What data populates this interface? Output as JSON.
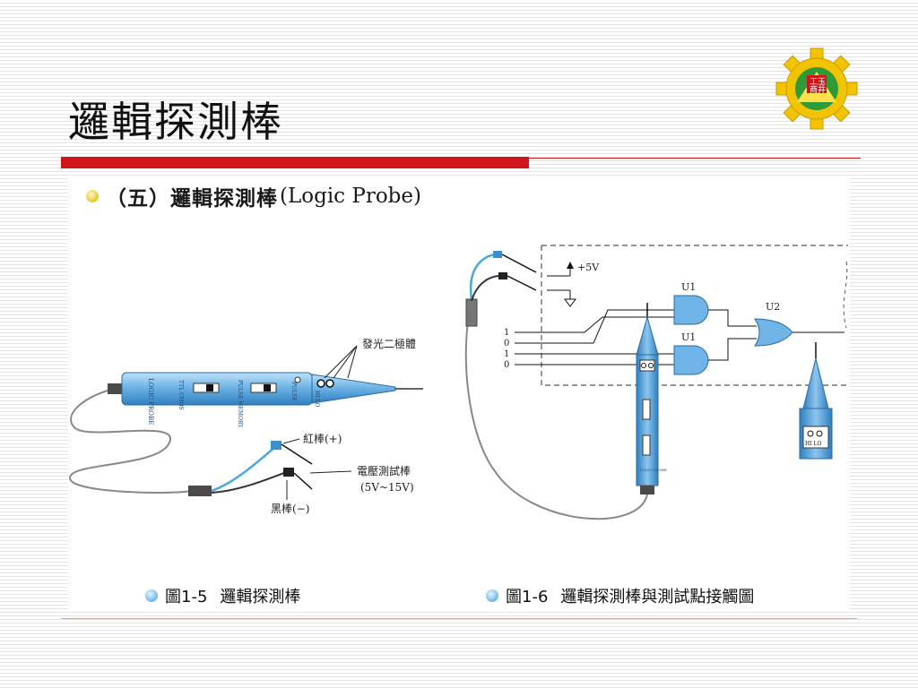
{
  "title": "邏輯探測棒",
  "section": {
    "heading_cn": "（五）邏輯探測棒",
    "heading_en": "(Logic Probe)"
  },
  "figure1": {
    "caption_num": "圖1-5",
    "caption_text": "邏輯探測棒",
    "probe_label": "LOGIC PROBE",
    "switch1": "TTL CMOS",
    "switch2": "PULSE MEMORY",
    "pulse": "PULSE",
    "hilo": "HI LO",
    "led_label": "發光二極體",
    "red_label": "紅棒(+)",
    "volt_label": "電壓測試棒",
    "volt_range": "(5V~15V)",
    "black_label": "黑棒(−)"
  },
  "figure2": {
    "caption_num": "圖1-6",
    "caption_text": "邏輯探測棒與測試點接觸圖",
    "vcc": "+5V",
    "gate_u1a": "U1",
    "gate_u1b": "U1",
    "gate_u2": "U2",
    "inputs": [
      "1",
      "0",
      "1",
      "0"
    ],
    "probe_label": "LOGIC PROBE",
    "hilo": "HI LO"
  },
  "colors": {
    "accent_red": "#d0151b",
    "probe_blue": "#5ea9e0",
    "logo_yellow": "#f2c400",
    "logo_green": "#2e9a38"
  }
}
